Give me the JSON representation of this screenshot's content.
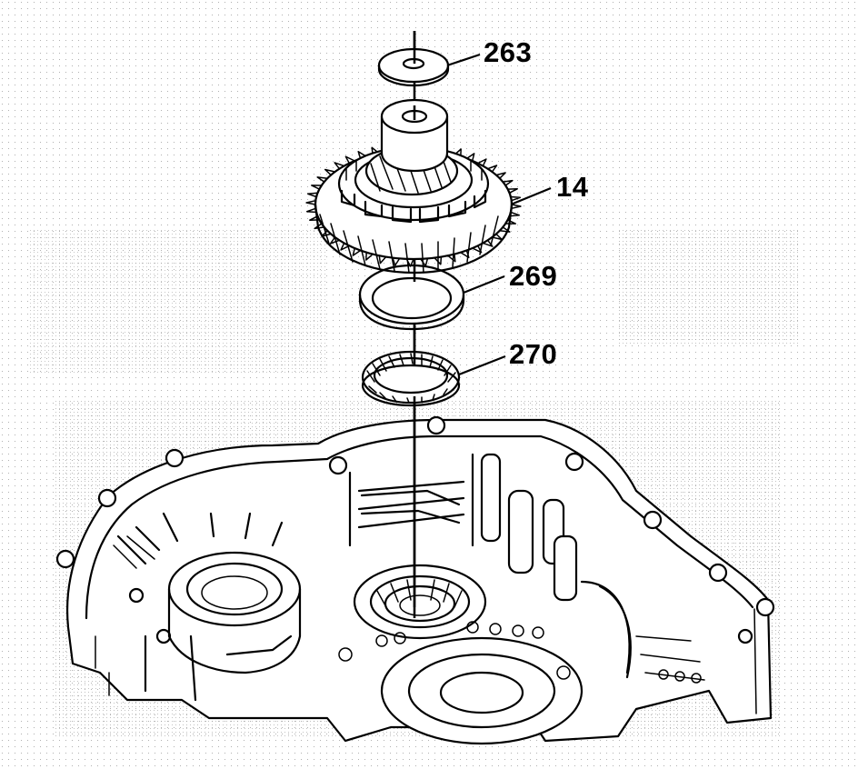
{
  "callouts": [
    {
      "id": "263",
      "label": "263"
    },
    {
      "id": "14",
      "label": "14"
    },
    {
      "id": "269",
      "label": "269"
    },
    {
      "id": "270",
      "label": "270"
    }
  ]
}
